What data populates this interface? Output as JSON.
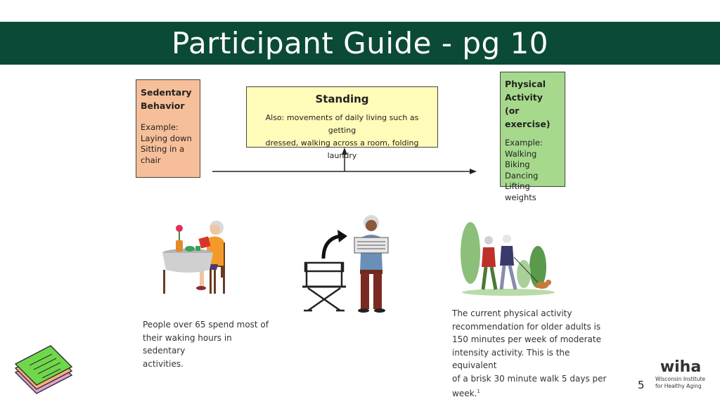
{
  "slide": {
    "title": "Participant Guide - pg 10",
    "page_number": "5"
  },
  "boxes": {
    "sedentary": {
      "heading_line1": "Sedentary",
      "heading_line2": "Behavior",
      "example_label": "Example:",
      "examples": [
        "Laying down",
        "Sitting in a",
        "chair"
      ]
    },
    "standing": {
      "heading": "Standing",
      "body_line1": "Also: movements of daily living such as getting",
      "body_line2": "dressed, walking across a room, folding laundry"
    },
    "physical": {
      "heading_line1": "Physical",
      "heading_line2": "Activity",
      "heading_line3": "(or exercise)",
      "example_label": "Example:",
      "examples": [
        "Walking",
        "Biking",
        "Dancing",
        "Lifting weights"
      ]
    }
  },
  "captions": {
    "left": [
      "People over 65 spend most of",
      "their waking hours in sedentary",
      "activities."
    ],
    "right": [
      "The current physical activity",
      "recommendation for older adults is",
      "150 minutes per week of moderate",
      "intensity activity. This is the equivalent",
      "of a brisk 30 minute walk 5 days per",
      "week."
    ],
    "right_footnote": "1"
  },
  "logo": {
    "mark": "wiha",
    "sub_line1": "Wisconsin Institute",
    "sub_line2": "for Healthy Aging"
  },
  "colors": {
    "title_bar": "#0b4a36",
    "sedentary_box": "#f7bf99",
    "standing_box": "#fffbb8",
    "physical_box": "#a6d98c"
  },
  "icons": [
    "notebook-icon",
    "sitting-reader-illustration",
    "folding-chair-icon",
    "curved-arrow-icon",
    "standing-man-newspaper-illustration",
    "walking-couple-illustration",
    "wiha-logo"
  ]
}
